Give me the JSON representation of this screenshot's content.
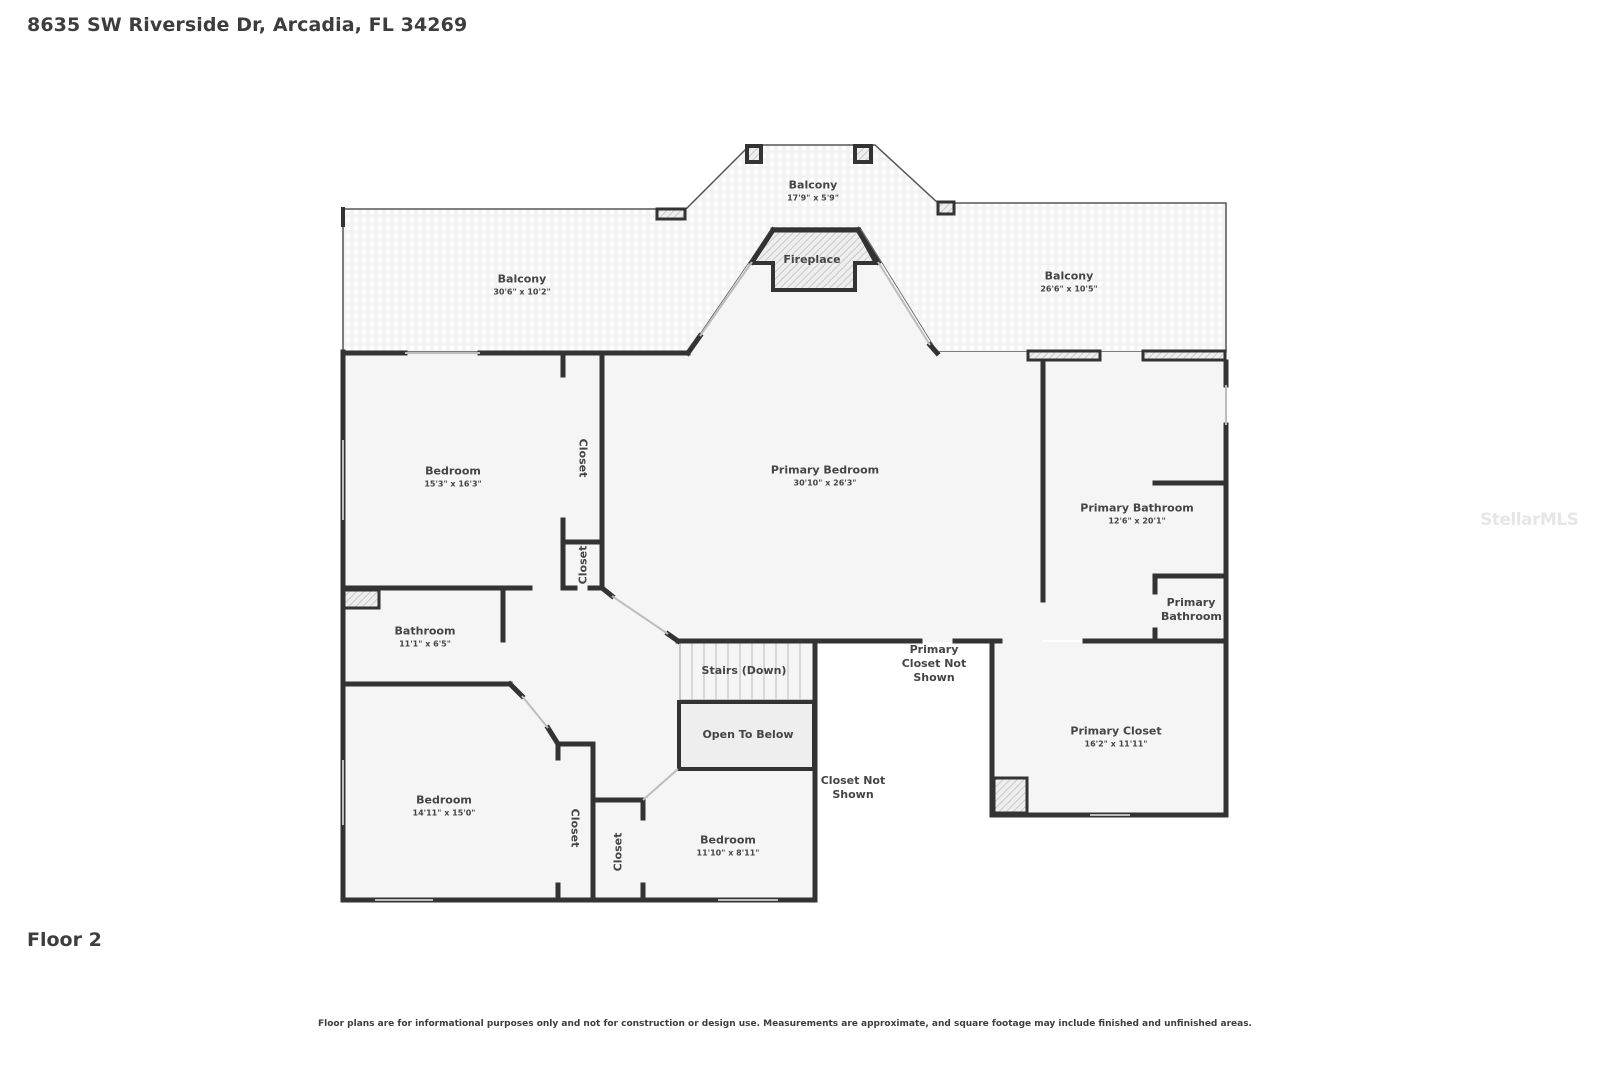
{
  "header": {
    "address": "8635 SW Riverside Dr, Arcadia, FL 34269"
  },
  "floor": {
    "label": "Floor 2"
  },
  "footer": {
    "disclaimer": "Floor plans are for informational purposes only and not for construction or design use. Measurements are approximate, and square footage may include finished and unfinished areas."
  },
  "watermark": {
    "text": "StellarMLS"
  },
  "colors": {
    "wall": "#333333",
    "floor": "#f5f5f5",
    "balcony": "#f0f0f0",
    "background": "#ffffff",
    "text": "#454545"
  },
  "rooms": {
    "balcony_center": {
      "name": "Balcony",
      "dims": "17'9\" x 5'9\""
    },
    "balcony_left": {
      "name": "Balcony",
      "dims": "30'6\" x 10'2\""
    },
    "balcony_right": {
      "name": "Balcony",
      "dims": "26'6\" x 10'5\""
    },
    "fireplace": {
      "name": "Fireplace"
    },
    "bedroom_nw": {
      "name": "Bedroom",
      "dims": "15'3\" x 16'3\""
    },
    "closet_nw_long": {
      "name": "Closet"
    },
    "closet_nw_small": {
      "name": "Closet"
    },
    "primary_bedroom": {
      "name": "Primary Bedroom",
      "dims": "30'10\" x 26'3\""
    },
    "primary_bathroom": {
      "name": "Primary Bathroom",
      "dims": "12'6\" x 20'1\""
    },
    "primary_bathroom_small": {
      "name": "Primary Bathroom"
    },
    "bathroom": {
      "name": "Bathroom",
      "dims": "11'1\" x 6'5\""
    },
    "stairs": {
      "name": "Stairs (Down)"
    },
    "open_to_below": {
      "name": "Open To Below"
    },
    "primary_closet_not_shown": {
      "name": "Primary Closet Not Shown"
    },
    "primary_closet": {
      "name": "Primary Closet",
      "dims": "16'2\" x 11'11\""
    },
    "bedroom_sw": {
      "name": "Bedroom",
      "dims": "14'11\" x 15'0\""
    },
    "closet_sw_long": {
      "name": "Closet"
    },
    "closet_sw_small": {
      "name": "Closet"
    },
    "bedroom_s": {
      "name": "Bedroom",
      "dims": "11'10\" x 8'11\""
    },
    "closet_not_shown": {
      "name": "Closet Not Shown"
    }
  }
}
